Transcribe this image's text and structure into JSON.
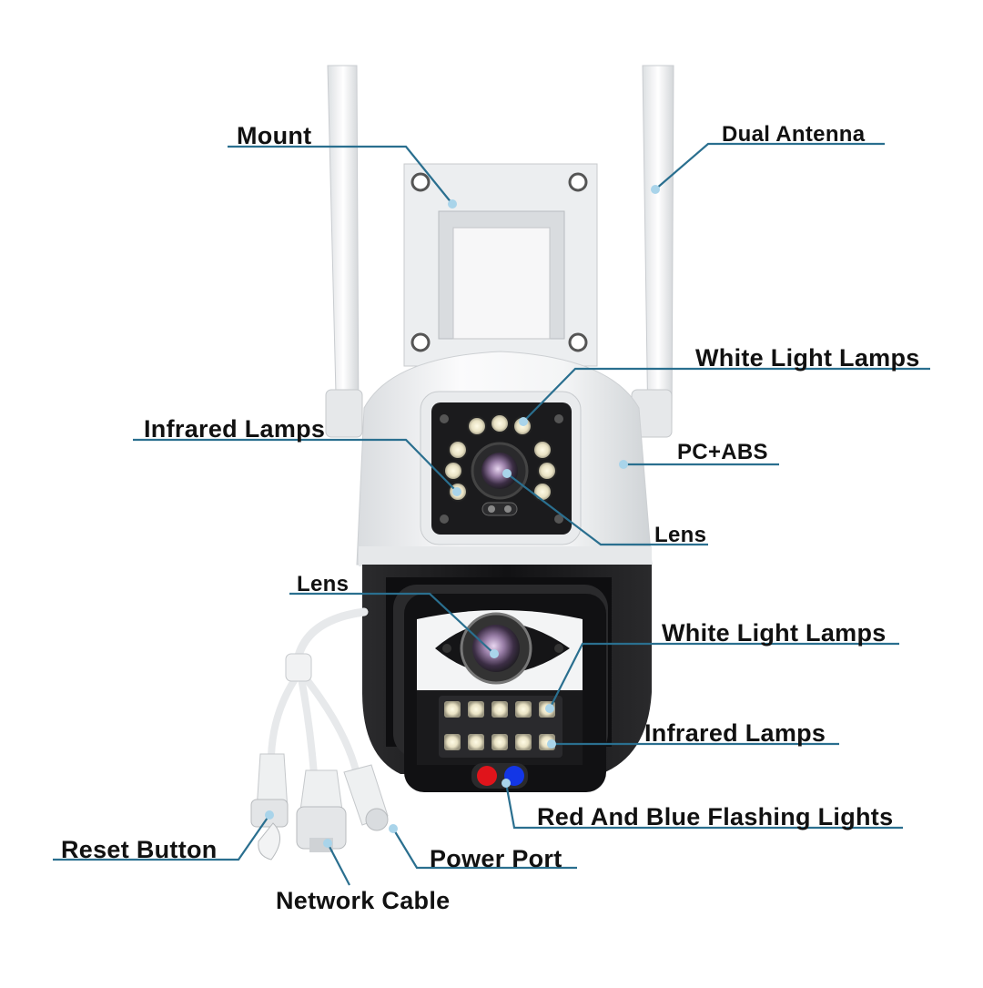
{
  "labels": {
    "mount": "Mount",
    "dual_antenna": "Dual  Antenna",
    "white_light_top": "White Light Lamps",
    "infrared_top": "Infrared Lamps",
    "pc_abs": "PC+ABS",
    "lens_top": "Lens",
    "lens_bottom": "Lens",
    "white_light_bottom": "White Light Lamps",
    "infrared_bottom": "Infrared Lamps",
    "red_blue": "Red And Blue Flashing Lights",
    "reset_button": "Reset  Button",
    "power_port": "Power Port",
    "network_cable": "Network Cable"
  },
  "colors": {
    "leader_line": "#2a6f8f",
    "marker_dot": "#a9d4ea",
    "housing_white": "#f2f3f4",
    "housing_black": "#1c1c1e",
    "red_light": "#e0141b",
    "blue_light": "#1336e6"
  }
}
